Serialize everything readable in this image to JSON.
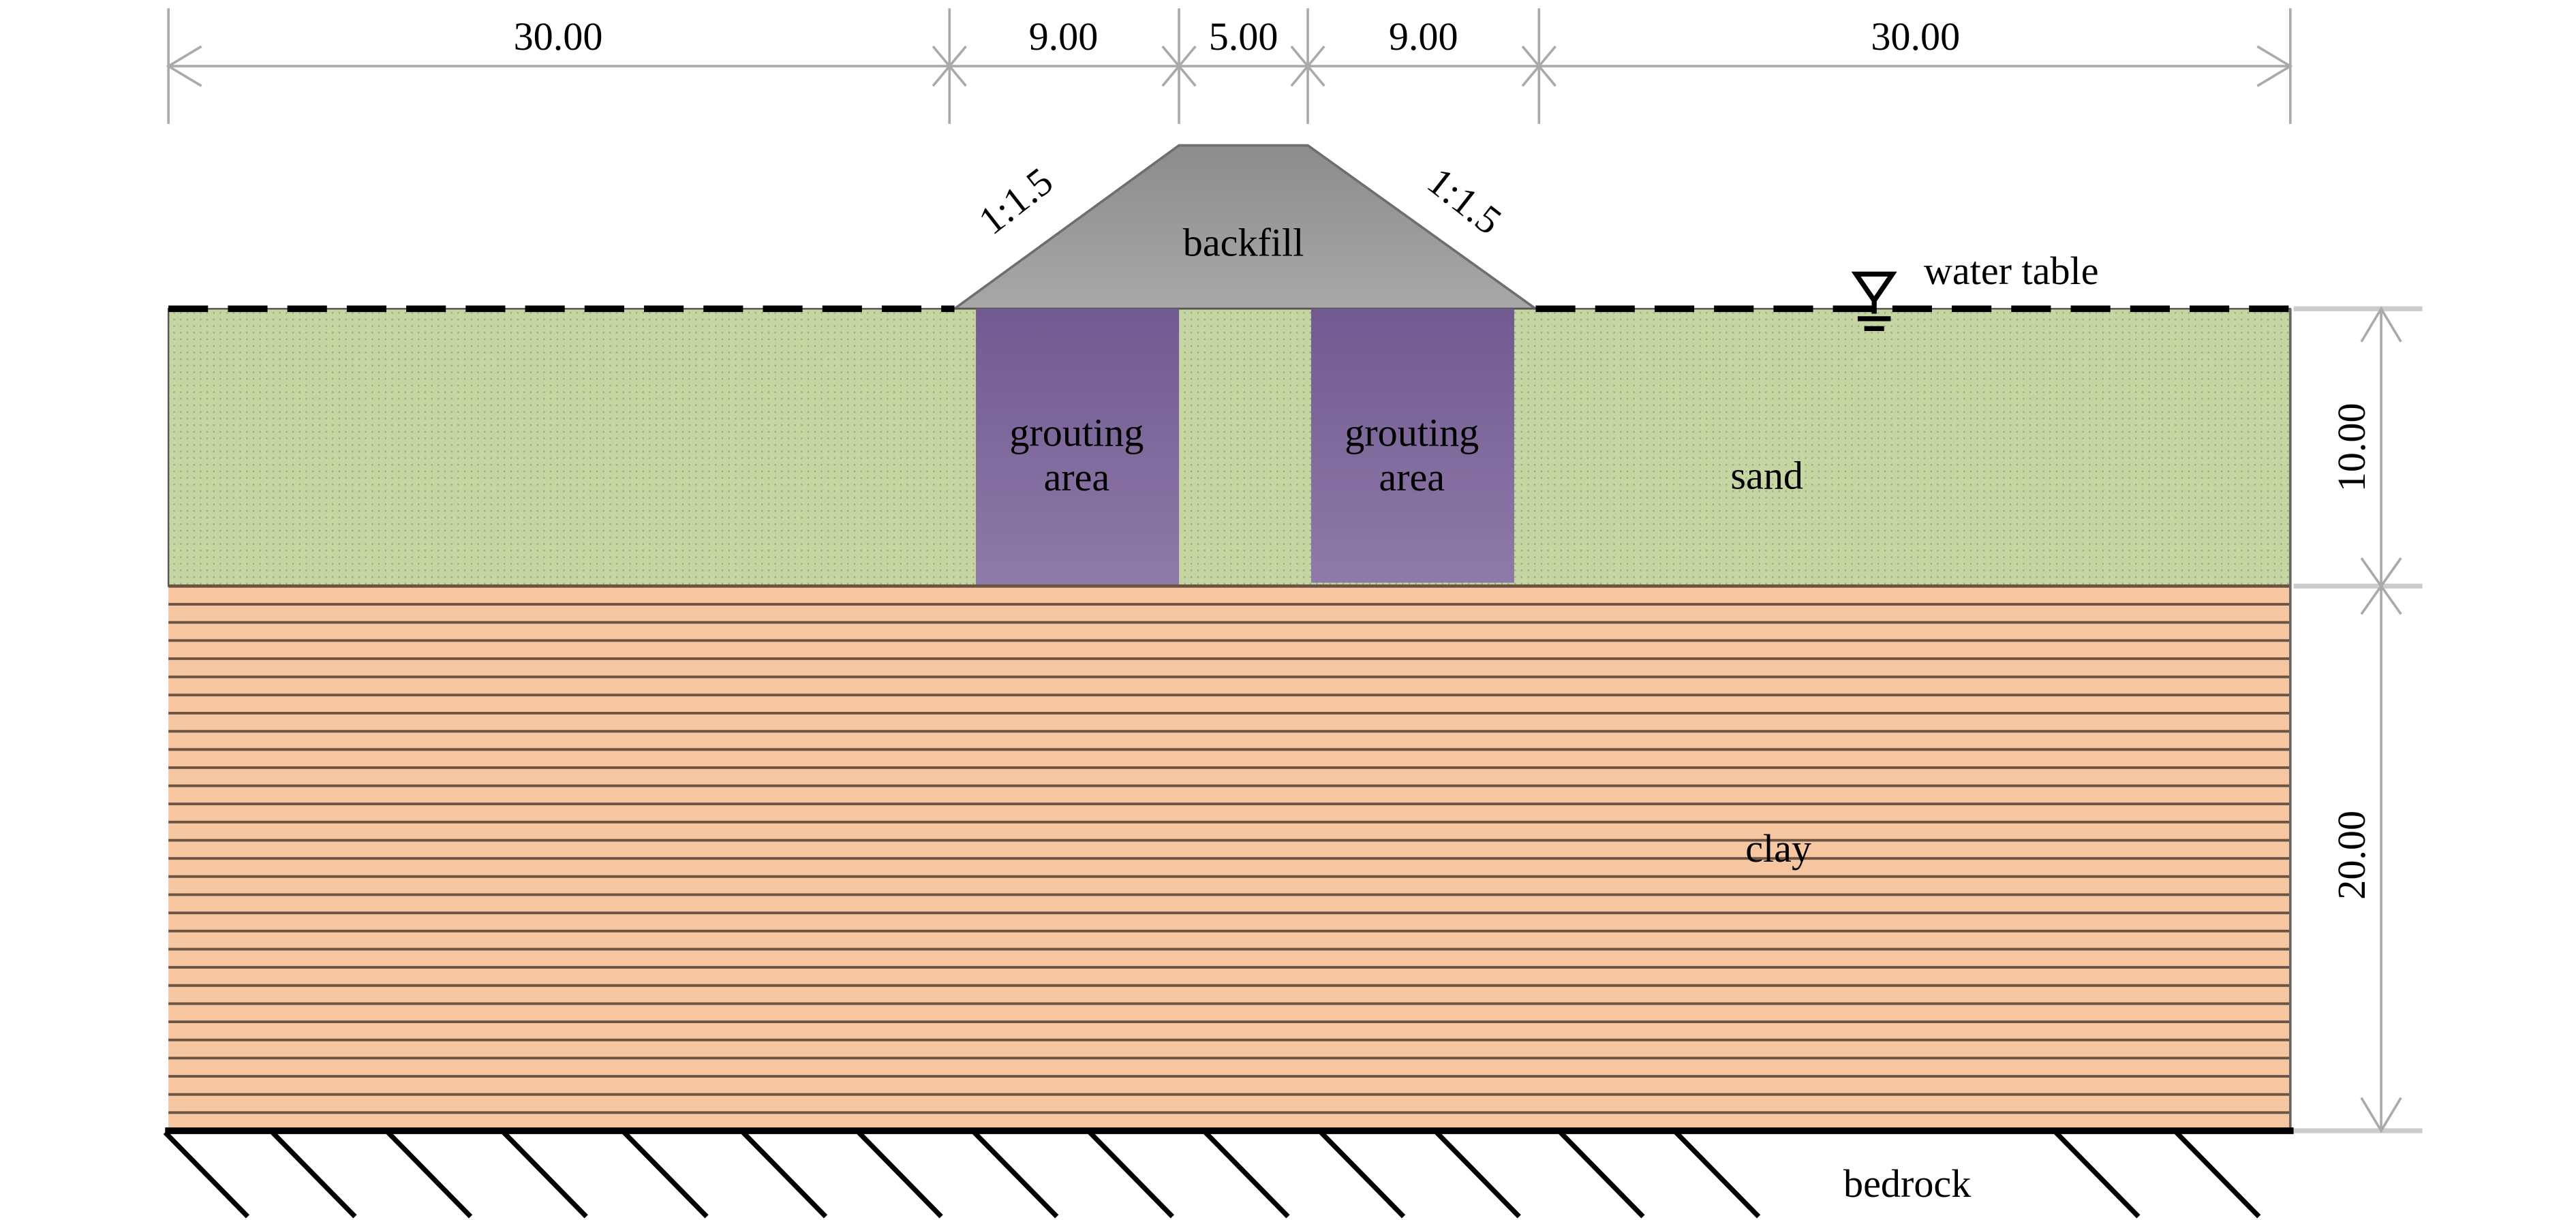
{
  "dimensions": {
    "top": [
      "30.00",
      "9.00",
      "5.00",
      "9.00",
      "30.00"
    ],
    "right": [
      "10.00",
      "20.00"
    ]
  },
  "labels": {
    "backfill": "backfill",
    "slope_left": "1:1.5",
    "slope_right": "1:1.5",
    "water_table": "water table",
    "grouting_line1": "grouting",
    "grouting_line2": "area",
    "sand": "sand",
    "clay": "clay",
    "bedrock": "bedrock"
  },
  "colors": {
    "sand": "#c5d6a2",
    "clay": "#f5c6a0",
    "grout_top": "#715a90",
    "grout_bottom": "#8e7aa8",
    "backfill": "#9c9c9c"
  }
}
